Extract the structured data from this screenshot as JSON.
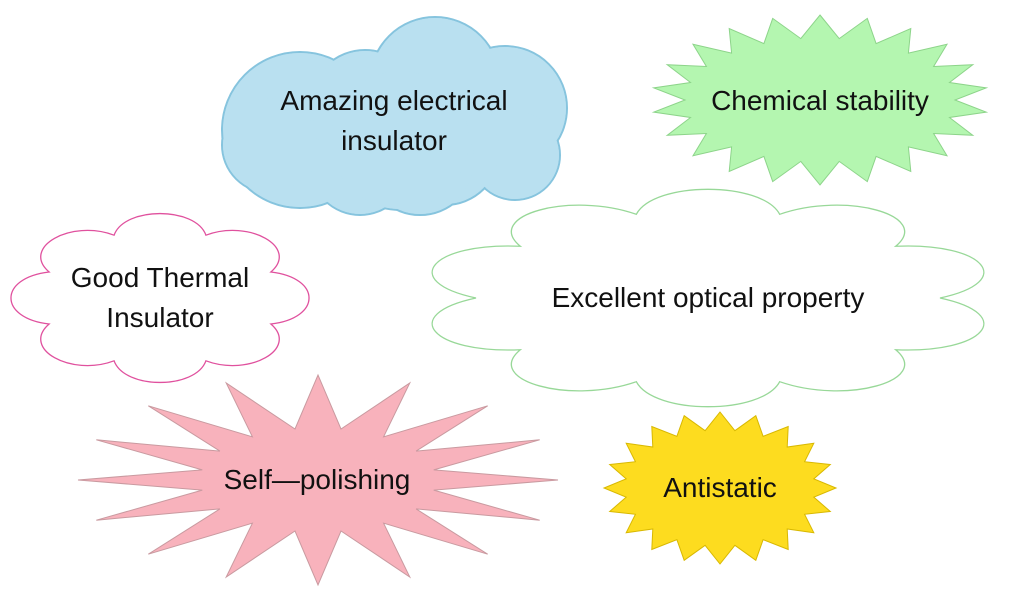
{
  "shapes": {
    "electrical": {
      "label_line1": "Amazing electrical",
      "label_line2": "insulator",
      "fill": "#b9e0f0",
      "stroke": "#86c4de"
    },
    "chemical": {
      "label": "Chemical stability",
      "fill": "#b4f6b0",
      "stroke": "#8dd48a"
    },
    "thermal": {
      "label_line1": "Good Thermal",
      "label_line2": "Insulator",
      "fill": "#ffffff",
      "stroke": "#e0519e"
    },
    "optical": {
      "label": "Excellent optical property",
      "fill": "#ffffff",
      "stroke": "#98d898"
    },
    "polishing": {
      "label": "Self—polishing",
      "fill": "#f8b2bc",
      "stroke": "#c99aa0"
    },
    "antistatic": {
      "label": "Antistatic",
      "fill": "#fddc1f",
      "stroke": "#d8b800"
    }
  }
}
